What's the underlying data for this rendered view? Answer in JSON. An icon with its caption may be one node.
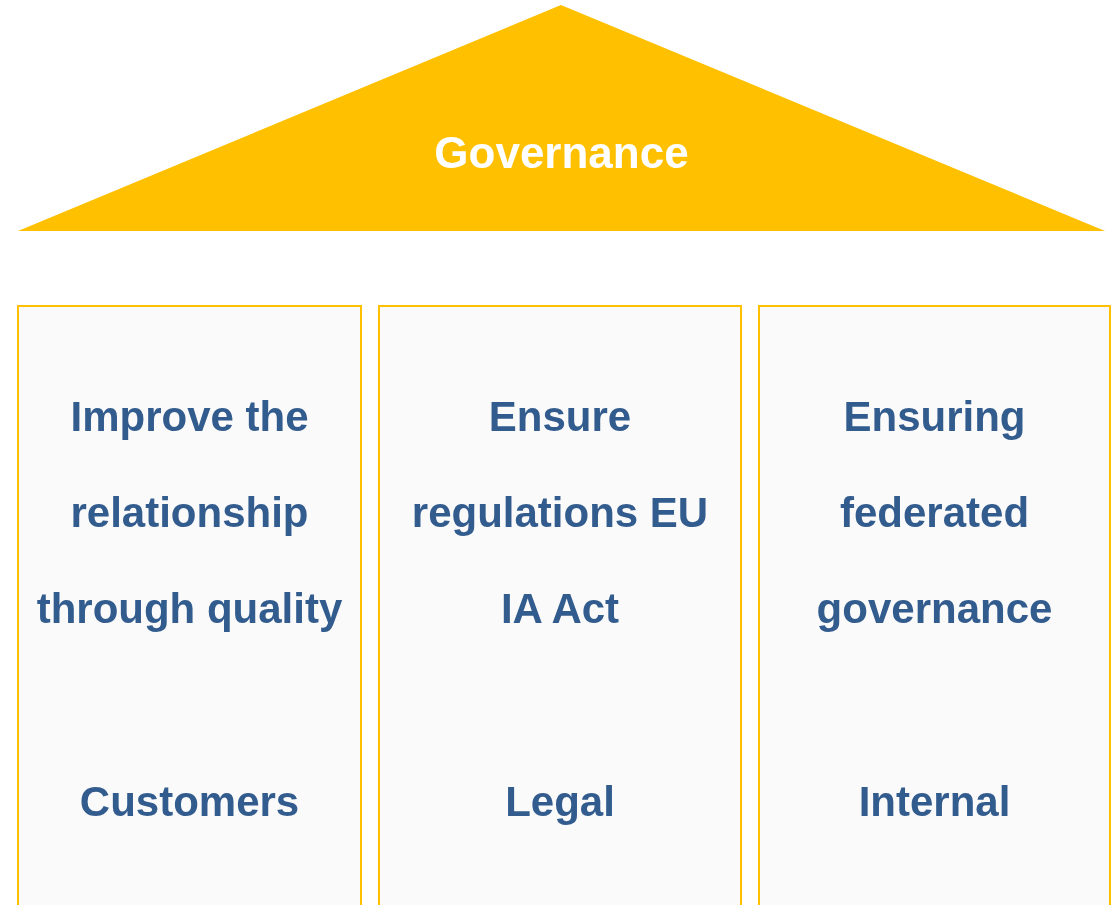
{
  "diagram": {
    "nodes": [
      {
        "text": [
          "Governance"
        ]
      },
      {
        "text": [
          "Improve the relationship through quality",
          "Customers"
        ]
      },
      {
        "text": [
          "Ensure regulations EU IA Act",
          "Legal"
        ]
      },
      {
        "text": [
          "Ensuring federated governance",
          "Internal"
        ]
      }
    ]
  }
}
